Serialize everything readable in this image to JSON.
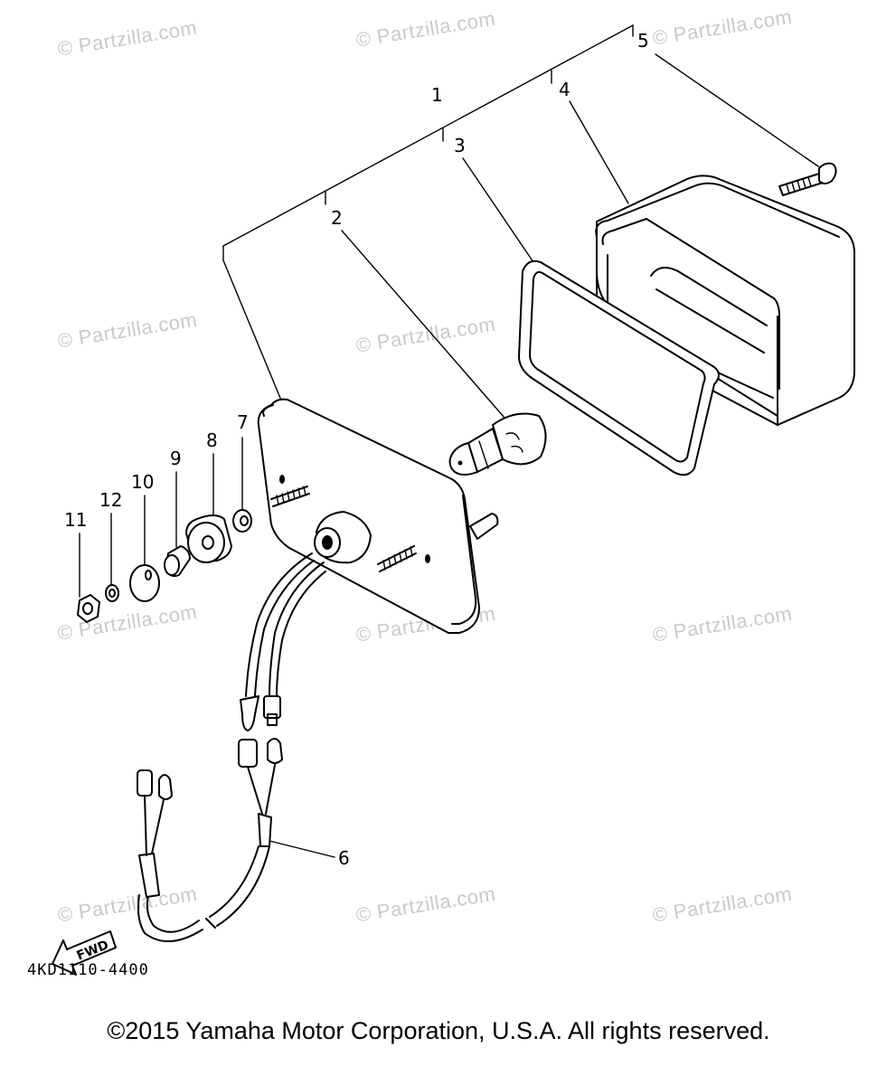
{
  "watermark": "© Partzilla.com",
  "callouts": [
    "1",
    "2",
    "3",
    "4",
    "5",
    "6",
    "7",
    "8",
    "9",
    "10",
    "11",
    "12"
  ],
  "fwd_label": "FWD",
  "doc_code": "4KD1110-4400",
  "copyright": "©2015 Yamaha Motor Corporation, U.S.A. All rights reserved."
}
